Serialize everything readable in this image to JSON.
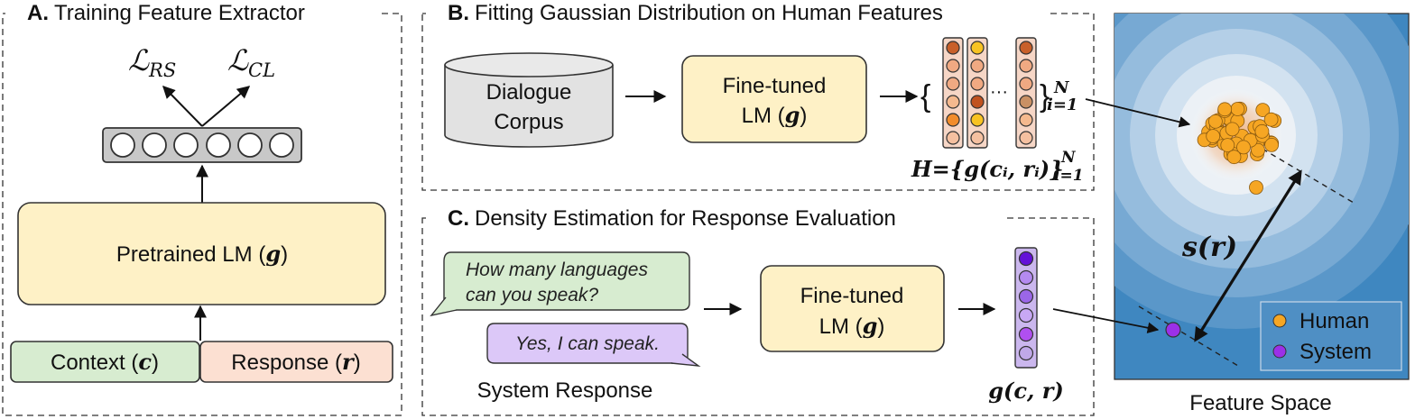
{
  "panel_a": {
    "title_letter": "A.",
    "title_text": "Training Feature Extractor",
    "loss_rs_base": "ℒ",
    "loss_rs_sub": "RS",
    "loss_cl_base": "ℒ",
    "loss_cl_sub": "CL",
    "pretrained_label": "Pretrained LM (",
    "pretrained_var": "g",
    "context_label": "Context (",
    "context_var": "c",
    "response_label": "Response (",
    "response_var": "r",
    "close_paren": ")"
  },
  "panel_b": {
    "title_letter": "B.",
    "title_text": "Fitting Gaussian Distribution on Human Features",
    "corpus_line1": "Dialogue",
    "corpus_line2": "Corpus",
    "lm_line1": "Fine-tuned",
    "lm_line2": "LM (",
    "lm_var": "g",
    "close_paren": ")",
    "ellipsis": "···",
    "brace_open": "{",
    "brace_close": "}",
    "sup_n": "N",
    "sub_i1": "i=1",
    "h_formula": "H={g(cᵢ, rᵢ)}",
    "h_sup": "N",
    "h_sub": "i=1"
  },
  "panel_c": {
    "title_letter": "C.",
    "title_text": "Density Estimation for Response Evaluation",
    "bubble_user_line1": "How many languages",
    "bubble_user_line2": "can you speak?",
    "bubble_system": "Yes, I can speak.",
    "system_response_label": "System Response",
    "lm_line1": "Fine-tuned",
    "lm_line2": "LM (",
    "lm_var": "g",
    "close_paren": ")",
    "output_label": "g(c, r)"
  },
  "feature_space": {
    "caption": "Feature Space",
    "score_label": "s(r)",
    "legend_human": "Human",
    "legend_system": "System",
    "colors": {
      "background": "#3f87c0",
      "human": "#f6a623",
      "system": "#9b30e8"
    }
  }
}
